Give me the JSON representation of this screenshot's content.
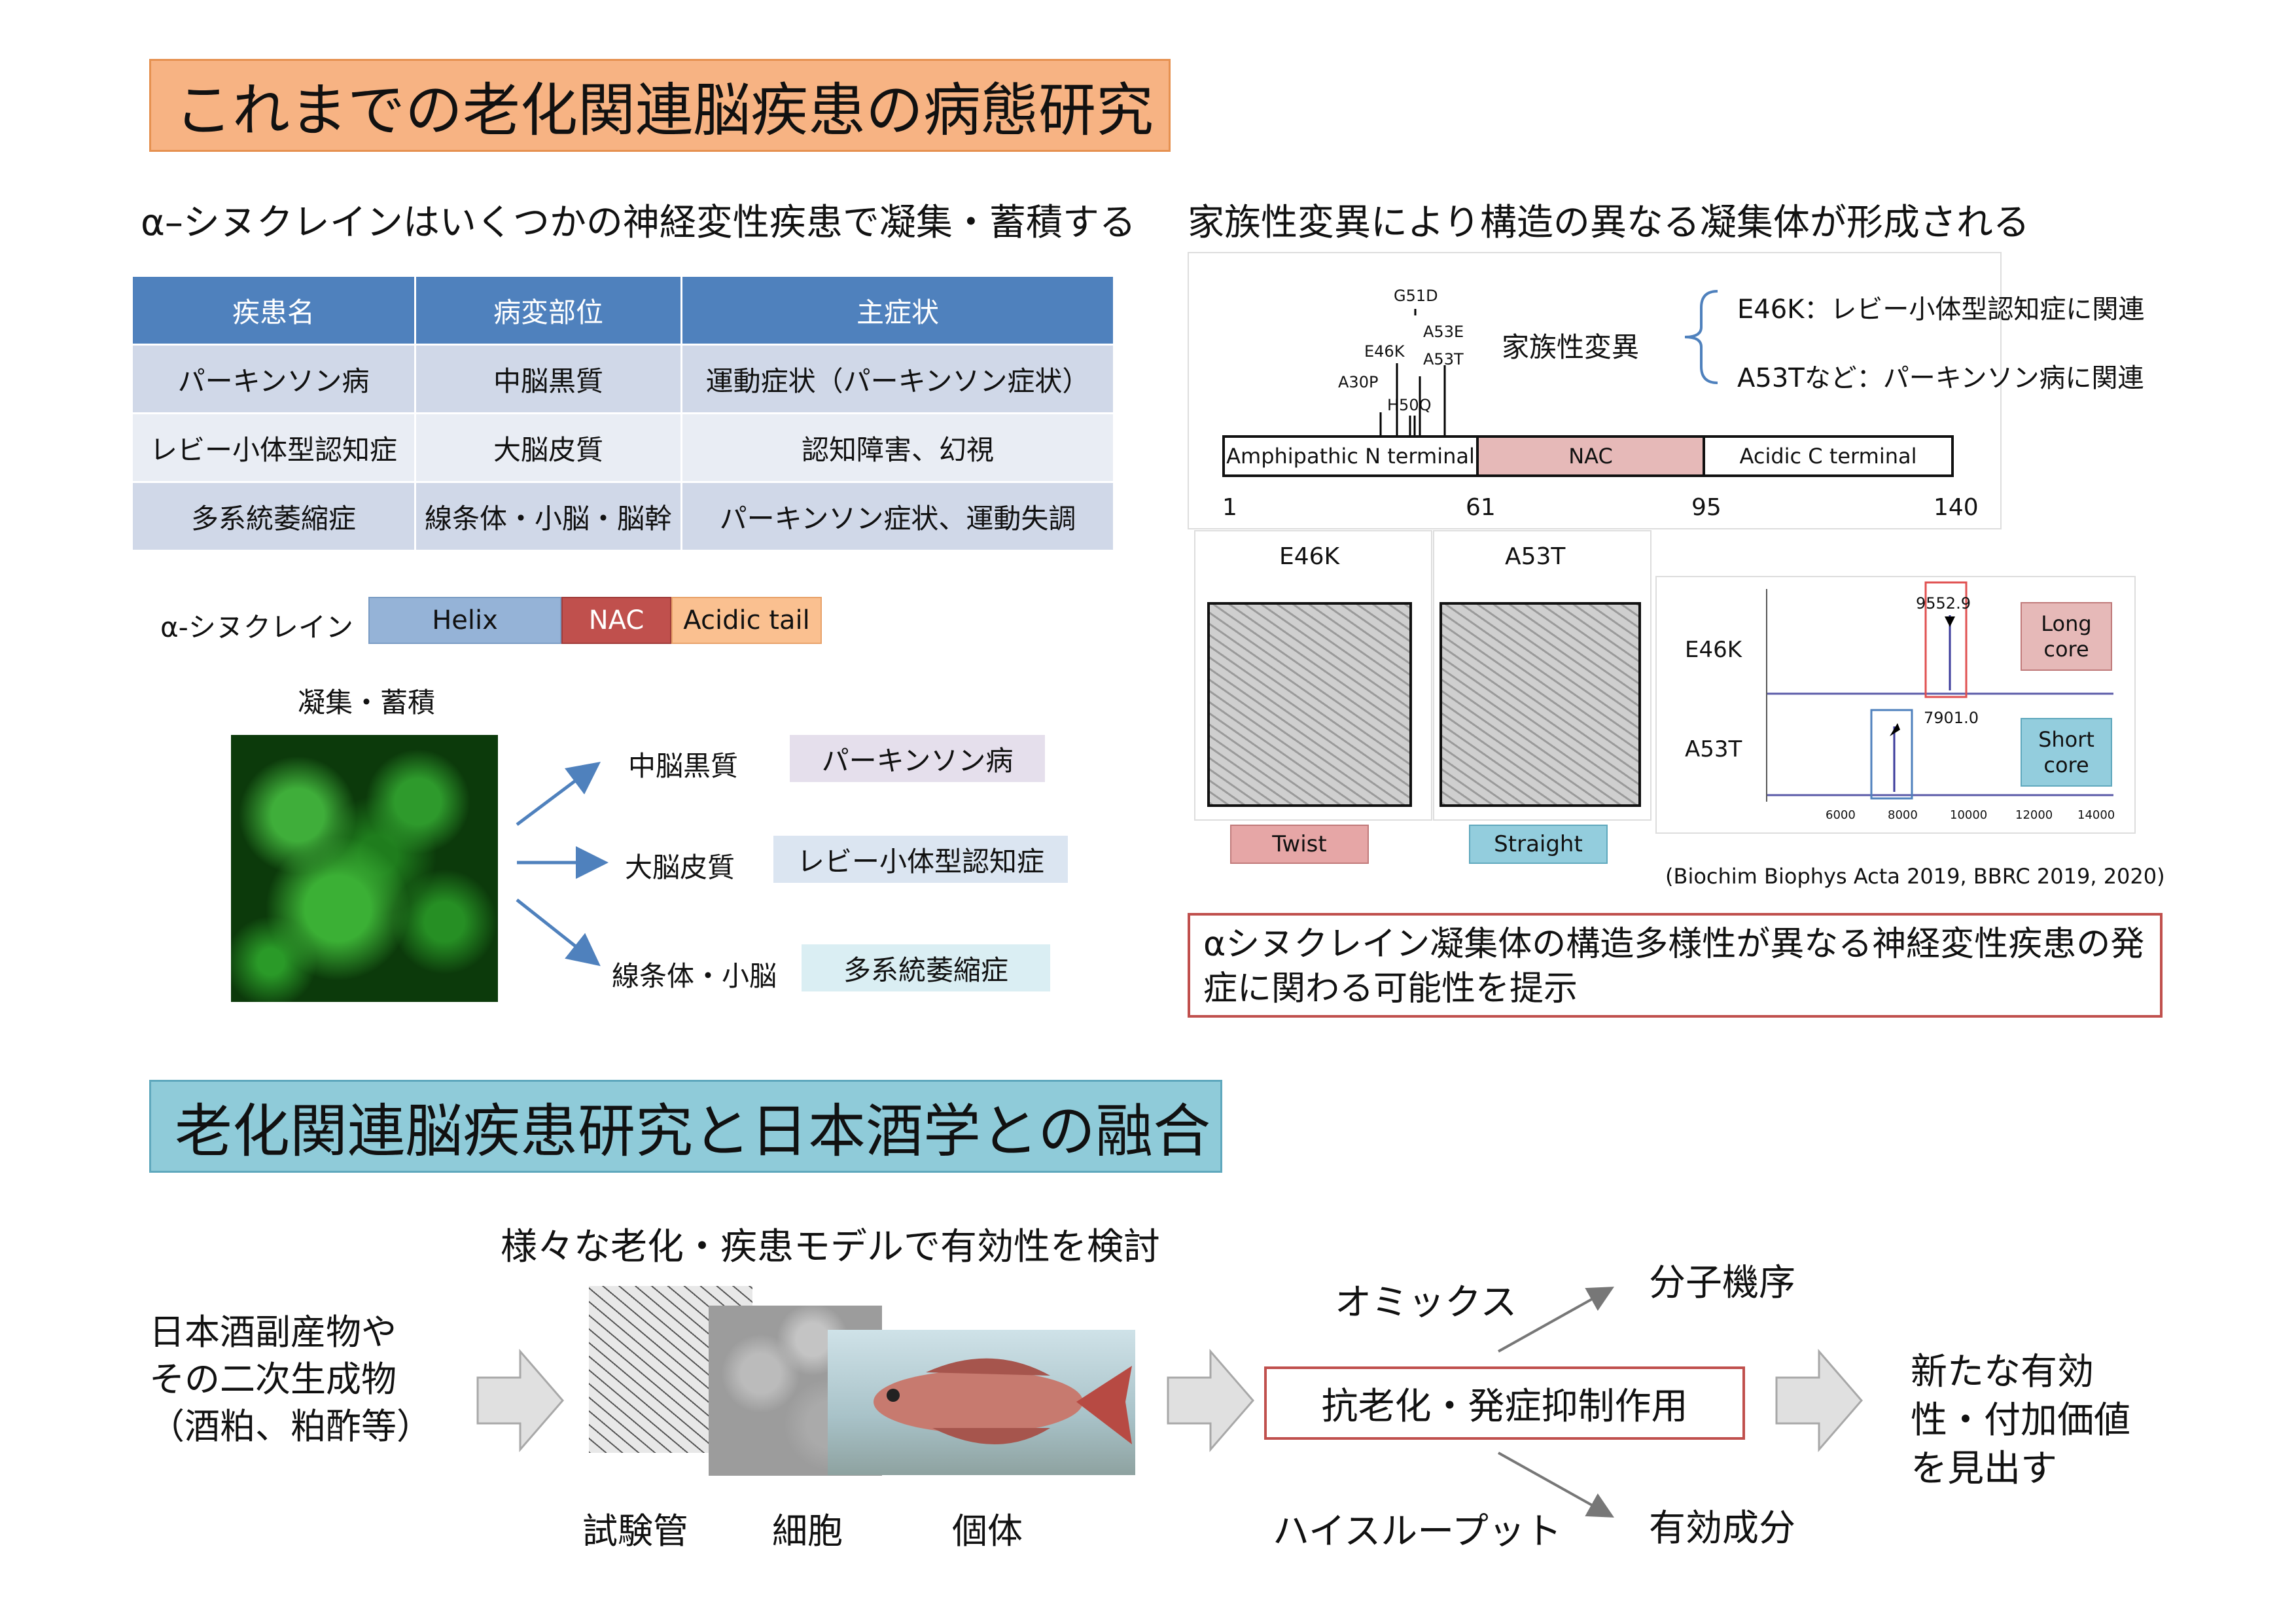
{
  "section1": {
    "title": "これまでの老化関連脳疾患の病態研究"
  },
  "left": {
    "heading": "α–シヌクレインはいくつかの神経変性疾患で凝集・蓄積する",
    "table": {
      "headers": [
        "疾患名",
        "病変部位",
        "主症状"
      ],
      "rows": [
        [
          "パーキンソン病",
          "中脳黒質",
          "運動症状（パーキンソン症状）"
        ],
        [
          "レビー小体型認知症",
          "大脳皮質",
          "認知障害、幻視"
        ],
        [
          "多系統萎縮症",
          "線条体・小脳・脳幹",
          "パーキンソン症状、運動失調"
        ]
      ]
    },
    "domain": {
      "label": "α-シヌクレイン",
      "helix": "Helix",
      "nac": "NAC",
      "acidic": "Acidic tail",
      "colors": {
        "helix": "#95b3d7",
        "nac": "#c0504d",
        "acidic": "#fac090"
      }
    },
    "aggregate_label": "凝集・蓄積",
    "regions": [
      {
        "site": "中脳黒質",
        "disease": "パーキンソン病"
      },
      {
        "site": "大脳皮質",
        "disease": "レビー小体型認知症"
      },
      {
        "site": "線条体・小脳",
        "disease": "多系統萎縮症"
      }
    ]
  },
  "right": {
    "heading": "家族性変異により構造の異なる凝集体が形成される",
    "mutations": [
      "G51D",
      "A53E",
      "E46K",
      "A53T",
      "A30P",
      "H50Q"
    ],
    "familial_label": "家族性変異",
    "notes": [
      "E46K：レビー小体型認知症に関連",
      "A53Tなど：パーキンソン病に関連"
    ],
    "segments": [
      "Amphipathic N terminal",
      "NAC",
      "Acidic C terminal"
    ],
    "positions": [
      "1",
      "61",
      "95",
      "140"
    ],
    "em_labels": [
      "E46K",
      "A53T"
    ],
    "em_types": [
      "Twist",
      "Straight"
    ],
    "ms": {
      "rows": [
        "E46K",
        "A53T"
      ],
      "peaks": [
        "9552.9",
        "7901.0"
      ],
      "cores": [
        "Long core",
        "Short core"
      ],
      "ticks": [
        "6000",
        "8000",
        "10000",
        "12000",
        "14000"
      ]
    },
    "citation": "(Biochim Biophys Acta 2019, BBRC 2019, 2020)",
    "conclusion": "αシヌクレイン凝集体の構造多様性が異なる神経変性疾患の発症に関わる可能性を提示"
  },
  "section2": {
    "title": "老化関連脳疾患研究と日本酒学との融合"
  },
  "flow": {
    "source": [
      "日本酒副産物や",
      "その二次生成物",
      "（酒粕、粕酢等）"
    ],
    "models_heading": "様々な老化・疾患モデルで有効性を検討",
    "models": [
      "試験管",
      "細胞",
      "個体"
    ],
    "omics": "オミックス",
    "throughput": "ハイスループット",
    "effect": "抗老化・発症抑制作用",
    "mechanism": "分子機序",
    "component": "有効成分",
    "result": [
      "新たな有効",
      "性・付加価値",
      "を見出す"
    ]
  }
}
